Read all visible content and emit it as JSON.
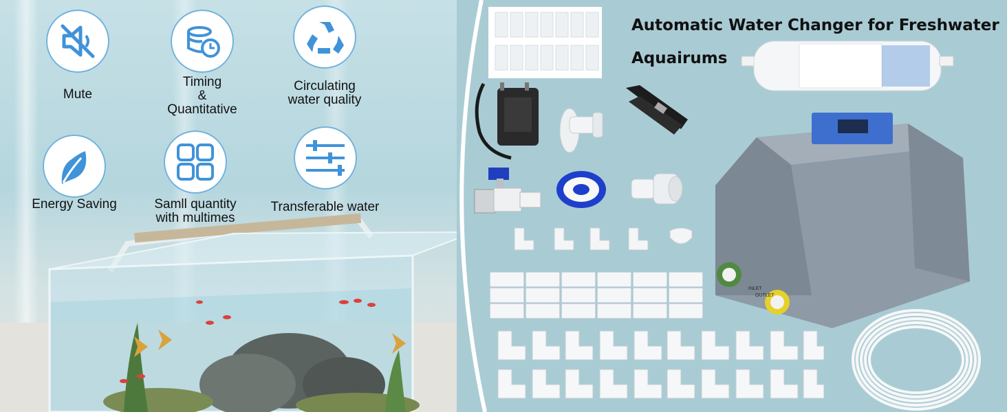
{
  "features": [
    {
      "label": "Mute",
      "icon": "mute-speaker-icon"
    },
    {
      "label": "Timing\n&\nQuantitative",
      "icon": "coins-clock-icon"
    },
    {
      "label": "Circulating\nwater quality",
      "icon": "recycle-icon"
    },
    {
      "label": "Energy Saving",
      "icon": "leaf-icon"
    },
    {
      "label": "Samll quantity\nwith multimes",
      "icon": "grid-squares-icon"
    },
    {
      "label": "Transferable water",
      "icon": "sliders-icon"
    }
  ],
  "product": {
    "title_line1": "Automatic Water Changer for Freshwater",
    "title_line2": "Aquairums"
  },
  "device": {
    "inlet_label": "INLET",
    "outlet_label": "OUTLET"
  },
  "colors": {
    "icon_blue": "#3f93d9",
    "circle_border": "#6fb1dc",
    "device_gray": "#8c98a4",
    "right_bg": "#a9cbd4"
  }
}
